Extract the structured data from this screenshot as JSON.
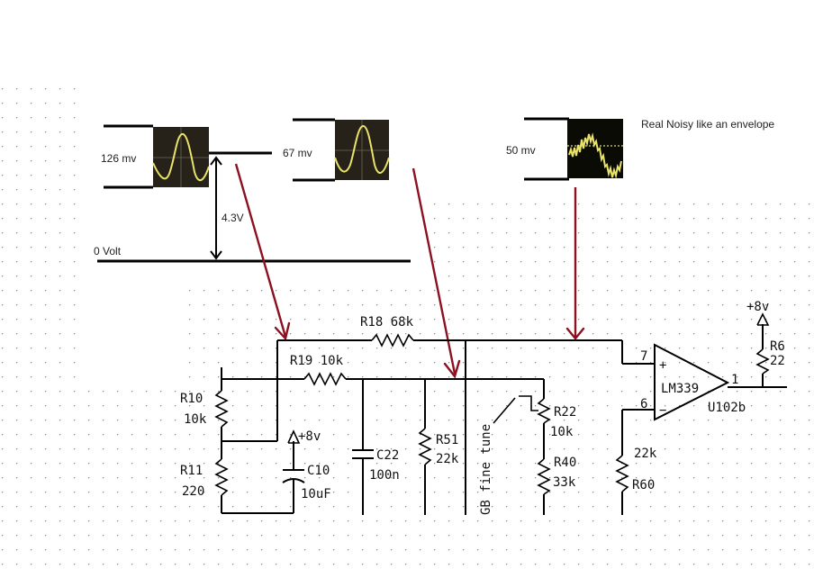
{
  "annotations": {
    "probe1_level": "126 mv",
    "probe2_level": "67 mv",
    "probe3_level": "50 mv",
    "probe3_note": "Real Noisy like an envelope",
    "dc_offset": "4.3V",
    "ground_ref": "0 Volt"
  },
  "schematic": {
    "r18": "R18 68k",
    "r19": "R19 10k",
    "r10_name": "R10",
    "r10_value": "10k",
    "r11_name": "R11",
    "r11_value": "220",
    "supply_label": "+8v",
    "c10_name": "C10",
    "c10_value": "10uF",
    "c22_name": "C22",
    "c22_value": "100n",
    "r51_name": "R51",
    "r51_value": "22k",
    "fine_tune": "GB fine tune",
    "r22_name": "R22",
    "r22_value": "10k",
    "r40_name": "R40",
    "r40_value": "33k",
    "r60_value": "22k",
    "r60_name": "R60",
    "pin_plus": "7",
    "pin_minus": "6",
    "plus_sign": "+",
    "minus_sign": "−",
    "opamp_name": "LM339",
    "opamp_ref": "U102b",
    "out_pin": "1",
    "r6x_name": "R6",
    "r6x_value": "22"
  },
  "colors": {
    "arrow": "#8b1020",
    "scope_bg": "#262219",
    "scope_trace": "#e9e36a"
  }
}
